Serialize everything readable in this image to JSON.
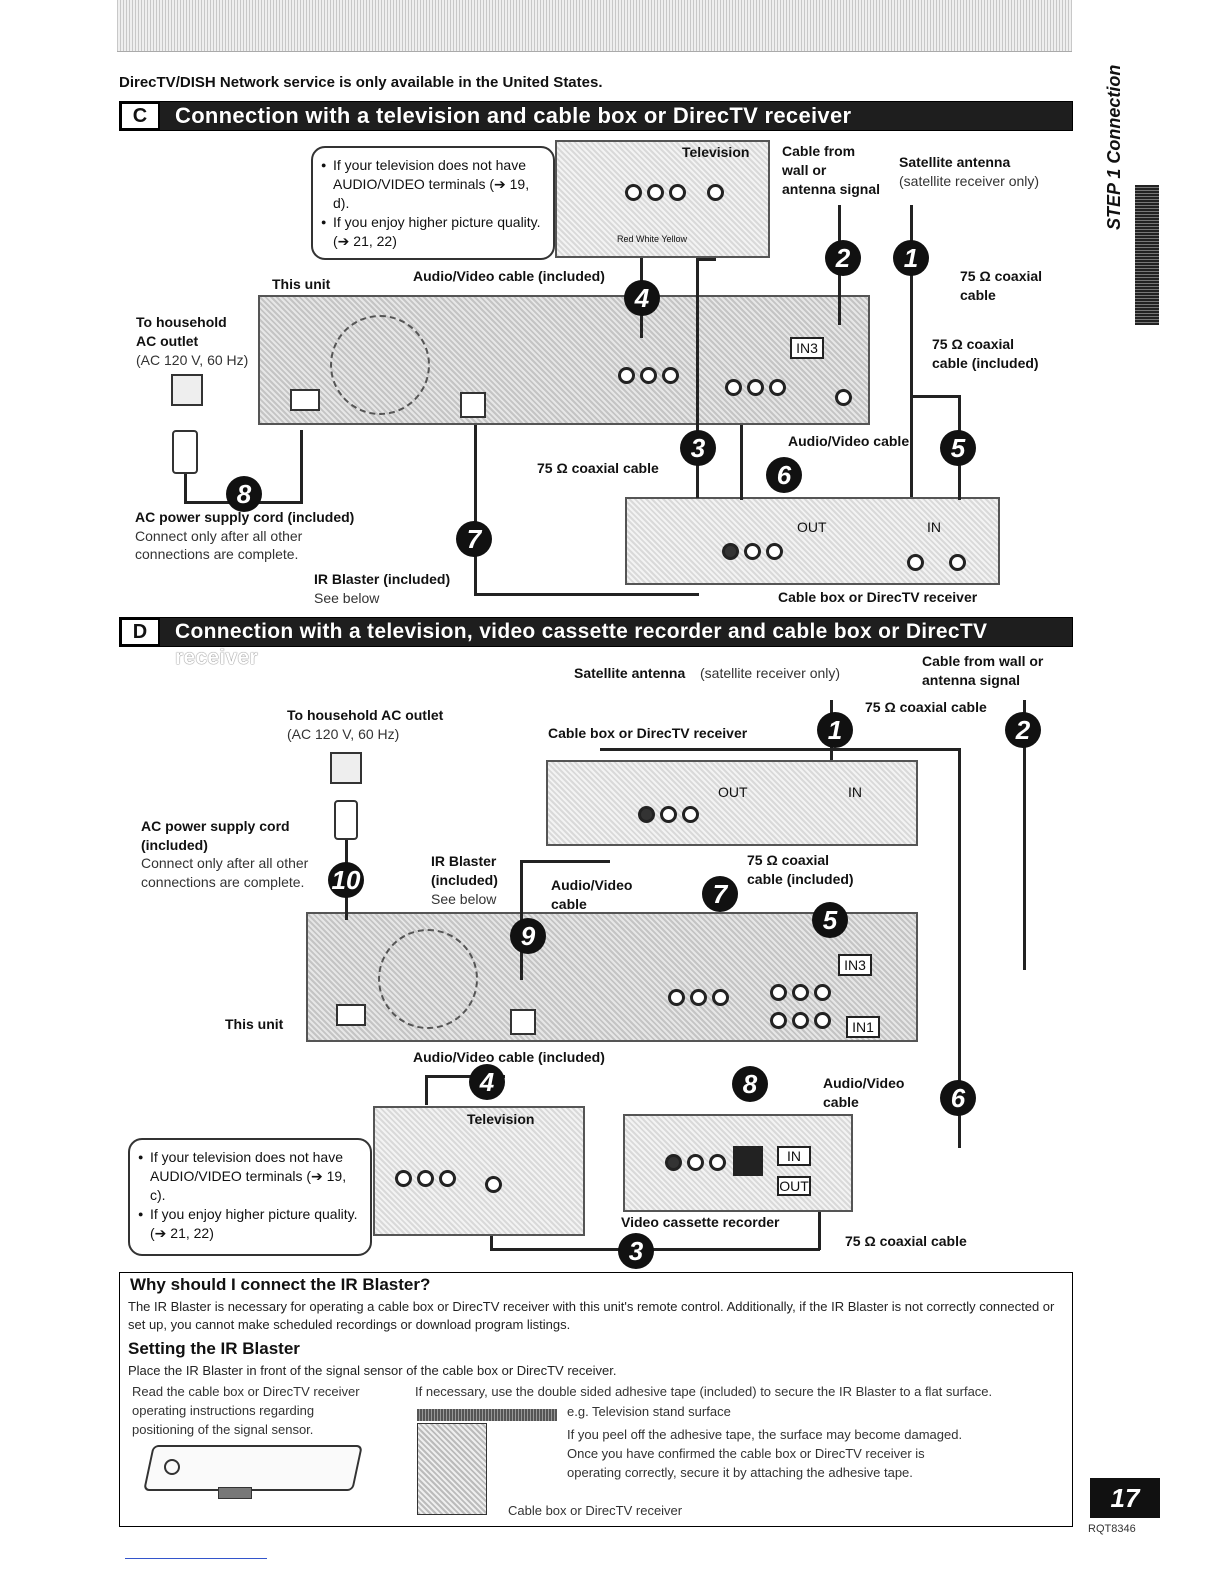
{
  "region_note": "DirecTV/DISH Network service is only available in the United States.",
  "side_tab": "STEP 1 Connection",
  "section_c": {
    "letter": "C",
    "title": "Connection with a television and cable box or DirecTV receiver",
    "bubble": [
      "If your television does not have AUDIO/VIDEO terminals (➔ 19, d).",
      "If you enjoy higher picture quality. (➔ 21, 22)"
    ],
    "tv_label": "Television",
    "cable_from": "Cable from wall or antenna signal",
    "sat_antenna": "Satellite antenna",
    "sat_note": "(satellite receiver only)",
    "coax_75": "75 Ω coaxial cable",
    "coax_75_included": "75 Ω coaxial cable (included)",
    "this_unit": "This unit",
    "av_cable_included": "Audio/Video cable (included)",
    "household_1": "To household",
    "household_2": "AC outlet",
    "household_3": "(AC 120 V, 60 Hz)",
    "av_cable": "Audio/Video cable",
    "coax_mid": "75 Ω coaxial cable",
    "ac_cord": "AC power supply cord (included)",
    "ac_note_1": "Connect only after all other",
    "ac_note_2": "connections are complete.",
    "ir_blaster": "IR Blaster (included)",
    "see_below": "See below",
    "cable_box": "Cable box or DirecTV receiver",
    "in3": "IN3",
    "rwy": "Red White Yellow",
    "out": "OUT",
    "in": "IN"
  },
  "section_d": {
    "letter": "D",
    "title": "Connection with a television, video cassette recorder and cable box or DirecTV receiver",
    "sat_antenna": "Satellite antenna",
    "sat_note": "(satellite receiver only)",
    "cable_from_1": "Cable from wall or",
    "cable_from_2": "antenna signal",
    "coax_75": "75 Ω coaxial cable",
    "household_1": "To household AC outlet",
    "household_2": "(AC 120 V, 60 Hz)",
    "cable_box": "Cable box or DirecTV receiver",
    "ac_cord_1": "AC power supply cord",
    "ac_cord_2": "(included)",
    "ac_note_1": "Connect only after all other",
    "ac_note_2": "connections are complete.",
    "ir_1": "IR Blaster",
    "ir_2": "(included)",
    "ir_3": "See below",
    "av_cable_1": "Audio/Video",
    "av_cable_2": "cable",
    "coax_inc_1": "75 Ω coaxial",
    "coax_inc_2": "cable (included)",
    "this_unit": "This unit",
    "av_cable_included": "Audio/Video cable (included)",
    "av_cable_r1": "Audio/Video",
    "av_cable_r2": "cable",
    "tv_label": "Television",
    "bubble": [
      "If your television does not have AUDIO/VIDEO terminals (➔ 19, c).",
      "If you enjoy higher picture quality. (➔ 21, 22)"
    ],
    "vcr": "Video cassette recorder",
    "coax_bottom": "75 Ω coaxial cable",
    "in3": "IN3",
    "in1": "IN1",
    "in": "IN",
    "out": "OUT"
  },
  "ir_box": {
    "heading": "Why should I connect the IR Blaster?",
    "para": "The IR Blaster is necessary for operating a cable box or DirecTV receiver with this unit's remote control. Additionally, if the IR Blaster is not correctly connected or set up, you cannot make scheduled recordings or download program listings.",
    "sub_heading": "Setting the IR Blaster",
    "sub_para": "Place the IR Blaster in front of the signal sensor of the cable box or DirecTV receiver.",
    "read_1": "Read the cable box or DirecTV receiver",
    "read_2": "operating instructions regarding",
    "read_3": "positioning of the signal sensor.",
    "tape_note": "If necessary, use the double sided adhesive tape (included) to secure the IR Blaster to a flat surface.",
    "eg": "e.g. Television stand surface",
    "peel_1": "If you peel off the adhesive tape, the surface may become damaged.",
    "peel_2": "Once you have confirmed the cable box or DirecTV receiver is",
    "peel_3": "operating correctly, secure it by attaching the adhesive tape.",
    "cable_box": "Cable box or DirecTV receiver"
  },
  "page_number": "17",
  "page_code": "RQT8346",
  "steps_c": [
    "1",
    "2",
    "3",
    "4",
    "5",
    "6",
    "7",
    "8"
  ],
  "steps_d": [
    "1",
    "2",
    "3",
    "4",
    "5",
    "6",
    "7",
    "8",
    "9",
    "10"
  ]
}
